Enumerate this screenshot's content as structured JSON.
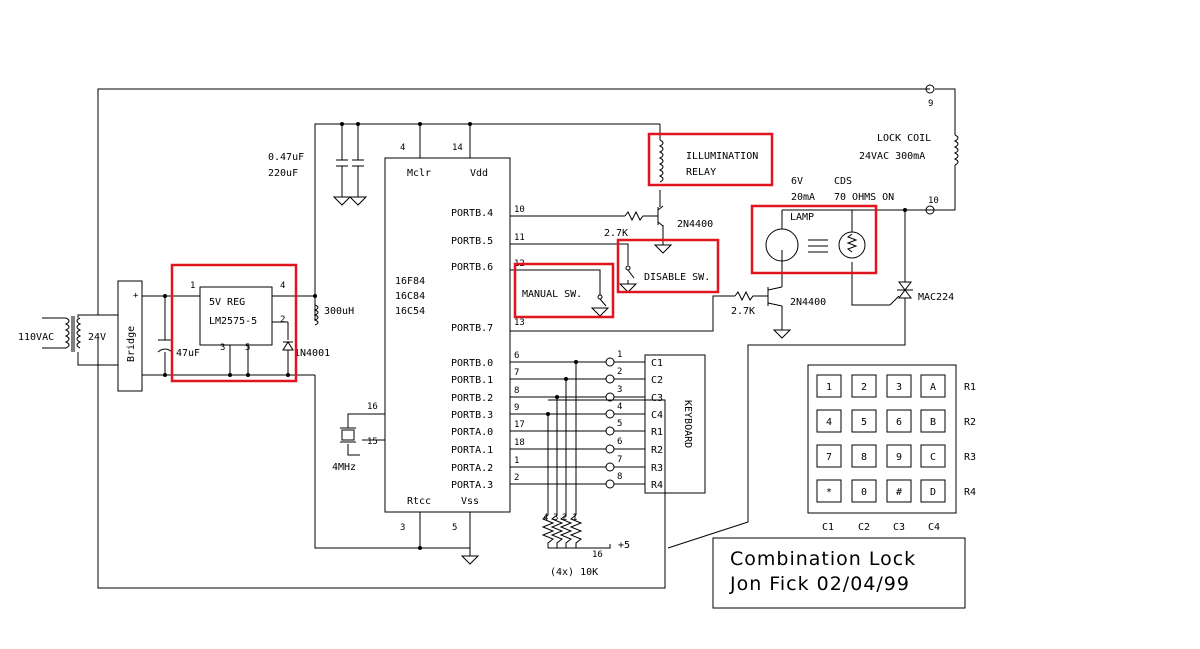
{
  "title": {
    "line1": "Combination Lock",
    "line2": "Jon Fick 02/04/99"
  },
  "power": {
    "ac_in": "110VAC",
    "transformer": "24V",
    "bridge": "Bridge",
    "plus": "+",
    "cap_small": "0.47uF",
    "cap_bulk": "220uF",
    "cap_filter": "47uF",
    "inductor": "300uH",
    "diode": "1N4001"
  },
  "regulator": {
    "name": "5V REG",
    "part": "LM2575-5",
    "pins": [
      "1",
      "4",
      "2",
      "3",
      "5"
    ]
  },
  "mcu": {
    "parts": [
      "16F84",
      "16C84",
      "16C54"
    ],
    "top_pins": [
      {
        "num": "4",
        "label": "Mclr"
      },
      {
        "num": "14",
        "label": "Vdd"
      }
    ],
    "bottom_pins": [
      {
        "num": "3",
        "label": "Rtcc"
      },
      {
        "num": "5",
        "label": "Vss"
      }
    ],
    "osc_pins": [
      "16",
      "15"
    ],
    "crystal": "4MHz",
    "ports": [
      {
        "label": "PORTB.4",
        "pin": "10"
      },
      {
        "label": "PORTB.5",
        "pin": "11"
      },
      {
        "label": "PORTB.6",
        "pin": "12"
      },
      {
        "label": "PORTB.7",
        "pin": "13"
      },
      {
        "label": "PORTB.0",
        "pin": "6"
      },
      {
        "label": "PORTB.1",
        "pin": "7"
      },
      {
        "label": "PORTB.2",
        "pin": "8"
      },
      {
        "label": "PORTB.3",
        "pin": "9"
      },
      {
        "label": "PORTA.0",
        "pin": "17"
      },
      {
        "label": "PORTA.1",
        "pin": "18"
      },
      {
        "label": "PORTA.2",
        "pin": "1"
      },
      {
        "label": "PORTA.3",
        "pin": "2"
      }
    ]
  },
  "keyboard": {
    "label": "KEYBOARD",
    "pins": [
      "1",
      "2",
      "3",
      "4",
      "5",
      "6",
      "7",
      "8"
    ],
    "lines": [
      "C1",
      "C2",
      "C3",
      "C4",
      "R1",
      "R2",
      "R3",
      "R4"
    ]
  },
  "keypad": {
    "keys": [
      "1",
      "2",
      "3",
      "A",
      "4",
      "5",
      "6",
      "B",
      "7",
      "8",
      "9",
      "C",
      "*",
      "0",
      "#",
      "D"
    ],
    "rows": [
      "R1",
      "R2",
      "R3",
      "R4"
    ],
    "cols": [
      "C1",
      "C2",
      "C3",
      "C4"
    ]
  },
  "pullups": {
    "pins": [
      "4",
      "3",
      "2",
      "1"
    ],
    "value": "(4x) 10K",
    "pin_v": "16",
    "supply": "+5"
  },
  "outputs": {
    "relay": {
      "line1": "ILLUMINATION",
      "line2": "RELAY"
    },
    "res1": "2.7K",
    "trans1": "2N4400",
    "res2": "2.7K",
    "trans2": "2N4400",
    "disable": "DISABLE SW.",
    "manual": "MANUAL SW.",
    "lamp_spec": "6V",
    "lamp_current": "20mA",
    "lamp": "LAMP",
    "cds": "CDS",
    "cds_spec": "70 OHMS ON",
    "lock_coil": "LOCK COIL",
    "lock_spec": "24VAC 300mA",
    "term_top": "9",
    "term_mid": "10",
    "triac": "MAC224"
  },
  "highlight_color": "#e0151f"
}
